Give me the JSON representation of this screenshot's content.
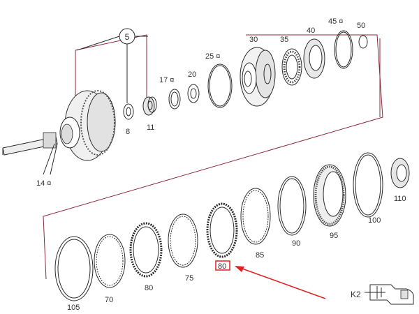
{
  "labels": {
    "p5": "5",
    "p8": "8",
    "p11": "11",
    "p14": "14 ¤",
    "p17": "17 ¤",
    "p20": "20",
    "p25": "25 ¤",
    "p30": "30",
    "p35": "35",
    "p40": "40",
    "p45": "45 ¤",
    "p50": "50",
    "p70": "70",
    "p75": "75",
    "p80a": "80",
    "p80b": "80",
    "p85": "85",
    "p90": "90",
    "p95": "95",
    "p100": "100",
    "p105": "105",
    "p110": "110",
    "k2": "K2"
  },
  "colors": {
    "highlight": "#e02020",
    "frame": "#8a2a3a",
    "line": "#2b2b2b"
  }
}
